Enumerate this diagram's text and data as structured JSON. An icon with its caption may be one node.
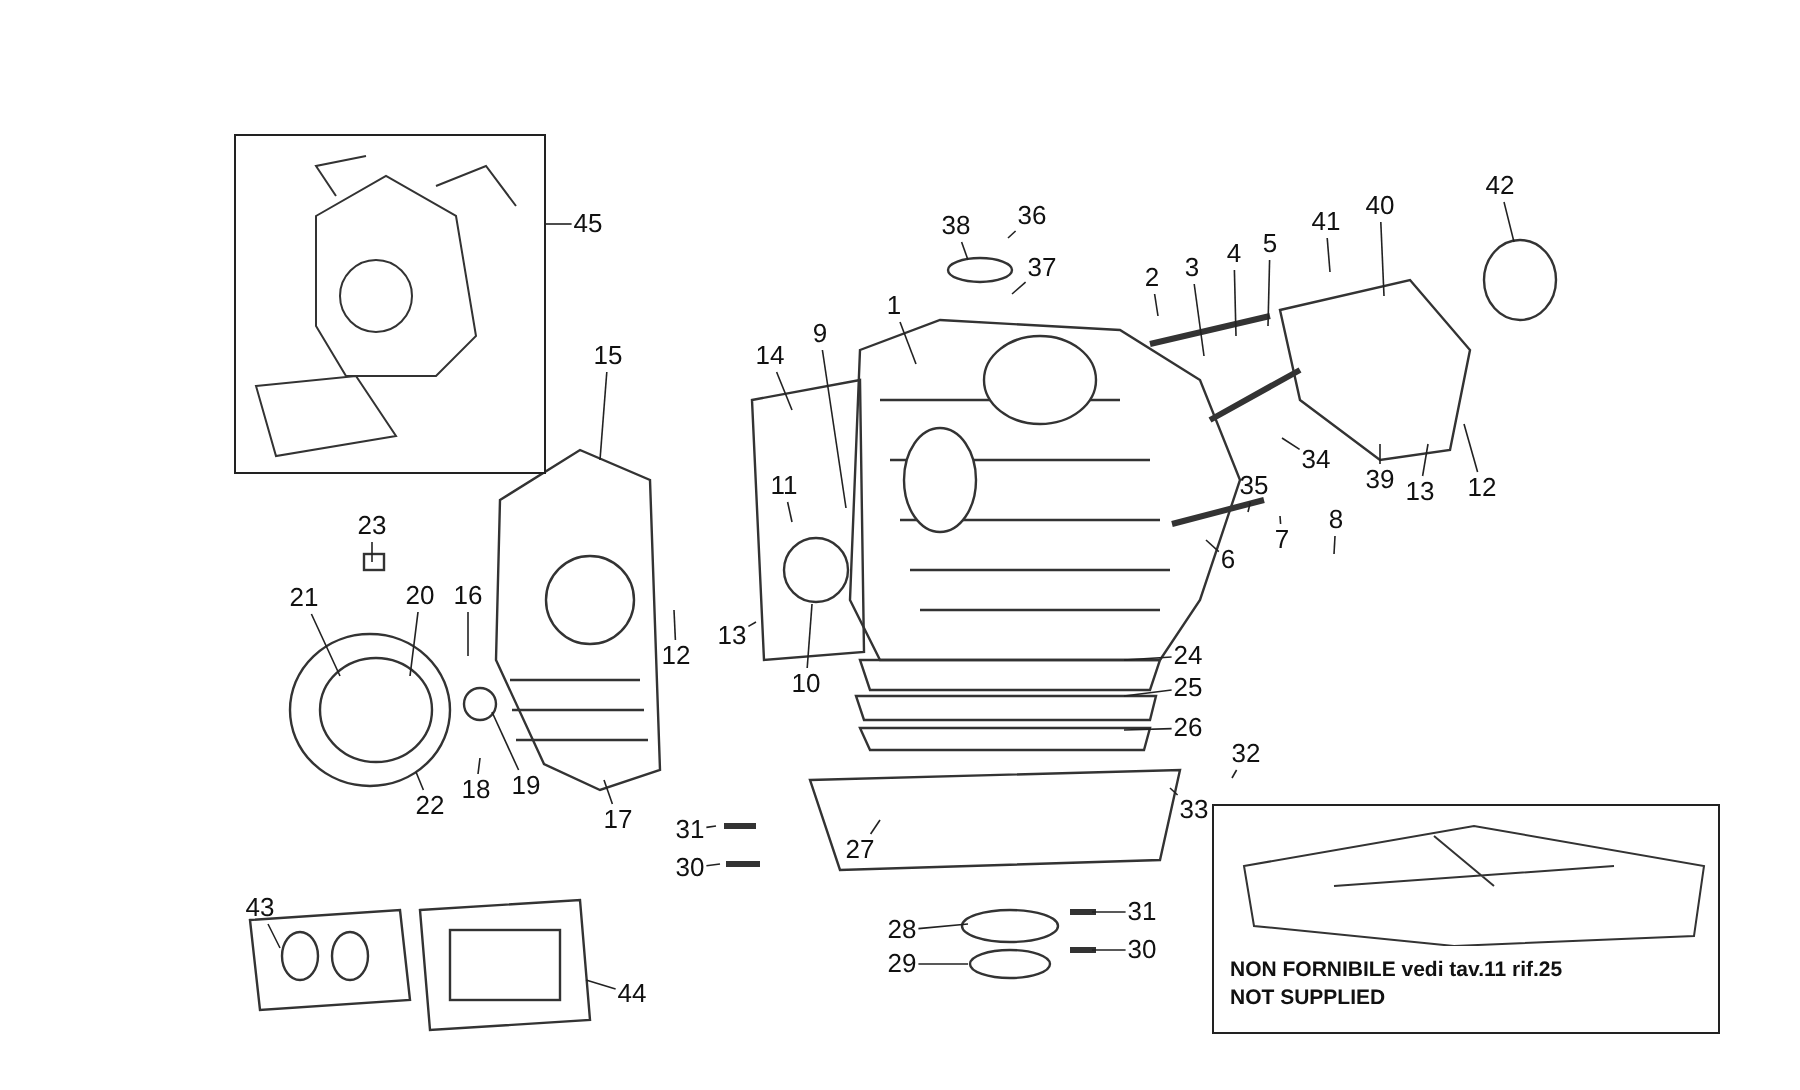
{
  "diagram": {
    "nodes": [
      {
        "text": [],
        "shape": "picture"
      },
      {
        "text": [
          "NON FORNIBILE vedi tav.11 rif.25",
          "NOT SUPPLIED"
        ]
      },
      {
        "text": [
          "45"
        ]
      },
      {
        "text": [
          "38"
        ]
      },
      {
        "text": [
          "36"
        ]
      },
      {
        "text": [
          "37"
        ]
      },
      {
        "text": [
          "1"
        ]
      },
      {
        "text": [
          "2"
        ]
      },
      {
        "text": [
          "3"
        ]
      },
      {
        "text": [
          "4"
        ]
      },
      {
        "text": [
          "5"
        ]
      },
      {
        "text": [
          "41"
        ]
      },
      {
        "text": [
          "40"
        ]
      },
      {
        "text": [
          "42"
        ]
      },
      {
        "text": [
          "14"
        ]
      },
      {
        "text": [
          "9"
        ]
      },
      {
        "text": [
          "15"
        ]
      },
      {
        "text": [
          "11"
        ]
      },
      {
        "text": [
          "34"
        ]
      },
      {
        "text": [
          "35"
        ]
      },
      {
        "text": [
          "39"
        ]
      },
      {
        "text": [
          "13"
        ]
      },
      {
        "text": [
          "12"
        ]
      },
      {
        "text": [
          "6"
        ]
      },
      {
        "text": [
          "7"
        ]
      },
      {
        "text": [
          "8"
        ]
      },
      {
        "text": [
          "23"
        ]
      },
      {
        "text": [
          "21"
        ]
      },
      {
        "text": [
          "20"
        ]
      },
      {
        "text": [
          "16"
        ]
      },
      {
        "text": [
          "12"
        ]
      },
      {
        "text": [
          "13"
        ]
      },
      {
        "text": [
          "10"
        ]
      },
      {
        "text": [
          "24"
        ]
      },
      {
        "text": [
          "25"
        ]
      },
      {
        "text": [
          "26"
        ]
      },
      {
        "text": [
          "32"
        ]
      },
      {
        "text": [
          "33"
        ]
      },
      {
        "text": [
          "18"
        ]
      },
      {
        "text": [
          "19"
        ]
      },
      {
        "text": [
          "22"
        ]
      },
      {
        "text": [
          "17"
        ]
      },
      {
        "text": [
          "31"
        ]
      },
      {
        "text": [
          "30"
        ]
      },
      {
        "text": [
          "27"
        ]
      },
      {
        "text": [
          "43"
        ]
      },
      {
        "text": [
          "28"
        ]
      },
      {
        "text": [
          "29"
        ]
      },
      {
        "text": [
          "31"
        ]
      },
      {
        "text": [
          "30"
        ]
      },
      {
        "text": [
          "44"
        ]
      }
    ],
    "edges": [
      {
        "from": 2,
        "to": 0,
        "arrow": "none"
      },
      {
        "from": 3,
        "to": null,
        "arrow": "none"
      },
      {
        "from": 4,
        "to": null,
        "arrow": "none"
      },
      {
        "from": 5,
        "to": null,
        "arrow": "none"
      },
      {
        "from": 6,
        "to": null,
        "arrow": "none"
      },
      {
        "from": 7,
        "to": null,
        "arrow": "none"
      },
      {
        "from": 8,
        "to": null,
        "arrow": "none"
      },
      {
        "from": 9,
        "to": null,
        "arrow": "none"
      },
      {
        "from": 10,
        "to": null,
        "arrow": "none"
      },
      {
        "from": 11,
        "to": null,
        "arrow": "none"
      },
      {
        "from": 12,
        "to": null,
        "arrow": "none"
      },
      {
        "from": 13,
        "to": null,
        "arrow": "none"
      },
      {
        "from": 14,
        "to": null,
        "arrow": "none"
      },
      {
        "from": 15,
        "to": null,
        "arrow": "none"
      },
      {
        "from": 16,
        "to": null,
        "arrow": "none"
      },
      {
        "from": 17,
        "to": null,
        "arrow": "none"
      },
      {
        "from": 18,
        "to": null,
        "arrow": "none"
      },
      {
        "from": 19,
        "to": null,
        "arrow": "none"
      },
      {
        "from": 20,
        "to": null,
        "arrow": "none"
      },
      {
        "from": 21,
        "to": null,
        "arrow": "none"
      },
      {
        "from": 22,
        "to": null,
        "arrow": "none"
      },
      {
        "from": 23,
        "to": null,
        "arrow": "none"
      },
      {
        "from": 24,
        "to": null,
        "arrow": "none"
      },
      {
        "from": 25,
        "to": null,
        "arrow": "none"
      },
      {
        "from": 26,
        "to": null,
        "arrow": "none"
      },
      {
        "from": 27,
        "to": null,
        "arrow": "none"
      },
      {
        "from": 28,
        "to": null,
        "arrow": "none"
      },
      {
        "from": 29,
        "to": null,
        "arrow": "none"
      },
      {
        "from": 30,
        "to": null,
        "arrow": "none"
      },
      {
        "from": 31,
        "to": null,
        "arrow": "none"
      },
      {
        "from": 32,
        "to": null,
        "arrow": "none"
      },
      {
        "from": 33,
        "to": null,
        "arrow": "none"
      },
      {
        "from": 34,
        "to": null,
        "arrow": "none"
      },
      {
        "from": 35,
        "to": null,
        "arrow": "none"
      },
      {
        "from": 36,
        "to": null,
        "arrow": "none"
      },
      {
        "from": 37,
        "to": null,
        "arrow": "none"
      },
      {
        "from": 38,
        "to": null,
        "arrow": "none"
      },
      {
        "from": 39,
        "to": null,
        "arrow": "none"
      },
      {
        "from": 40,
        "to": null,
        "arrow": "none"
      },
      {
        "from": 41,
        "to": null,
        "arrow": "none"
      },
      {
        "from": 42,
        "to": null,
        "arrow": "none"
      },
      {
        "from": 43,
        "to": null,
        "arrow": "none"
      },
      {
        "from": 44,
        "to": null,
        "arrow": "none"
      },
      {
        "from": 45,
        "to": null,
        "arrow": "none"
      },
      {
        "from": 46,
        "to": null,
        "arrow": "none"
      },
      {
        "from": 47,
        "to": null,
        "arrow": "none"
      },
      {
        "from": 48,
        "to": null,
        "arrow": "none"
      },
      {
        "from": 49,
        "to": null,
        "arrow": "none"
      },
      {
        "from": 50,
        "to": null,
        "arrow": "none"
      }
    ]
  }
}
